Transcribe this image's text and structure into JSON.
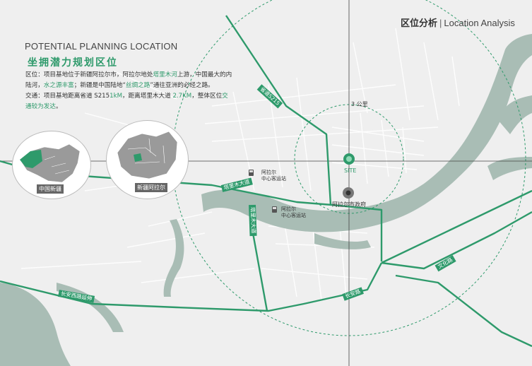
{
  "header": {
    "title_cn": "区位分析",
    "separator": "|",
    "title_en": "Location Analysis"
  },
  "intro": {
    "title_en": "POTENTIAL PLANNING LOCATION",
    "title_cn": "坐拥潜力规划区位",
    "line1_a": "区位：项目基地位于新疆阿拉尔市，阿拉尔地处",
    "line1_hl": "塔里木河",
    "line1_b": "上游，中国最大的内陆河，",
    "line2_hl1": "水之源丰富",
    "line2_a": "；新疆是中国陆地“",
    "line2_hl2": "丝绸之路",
    "line2_b": "”通往亚洲的必经之路。",
    "line3_a": "交通：项目基地距离省道 S215",
    "line3_hl1": "1kM",
    "line3_b": "，距离塔里木大道 ",
    "line3_hl2": "2.7KM",
    "line3_c": "，整体区位",
    "line3_hl3": "交通较为发达",
    "line3_d": "。"
  },
  "insets": {
    "china_label": "中国新疆",
    "xinjiang_label": "新疆阿拉尔"
  },
  "map": {
    "radius_label": "3 公里",
    "site_label": "SITE",
    "gov_label": "阿拉尔市政府",
    "bus_station_1": {
      "line1": "阿拉尔",
      "line2": "中心客运站"
    },
    "bus_station_2": {
      "line1": "阿拉尔",
      "line2": "中心客运站"
    },
    "roads": {
      "s215": "省道S215",
      "tarim_ave": "塔里木大道",
      "tarim_ave_2": "塔里木大道",
      "changan_w": "长安西路延伸",
      "changan": "长安路",
      "wenhua": "文化路"
    }
  },
  "colors": {
    "accent": "#2e9a6b",
    "river": "#a9bdb5",
    "road_gray": "#ffffff",
    "bg": "#efefef"
  }
}
